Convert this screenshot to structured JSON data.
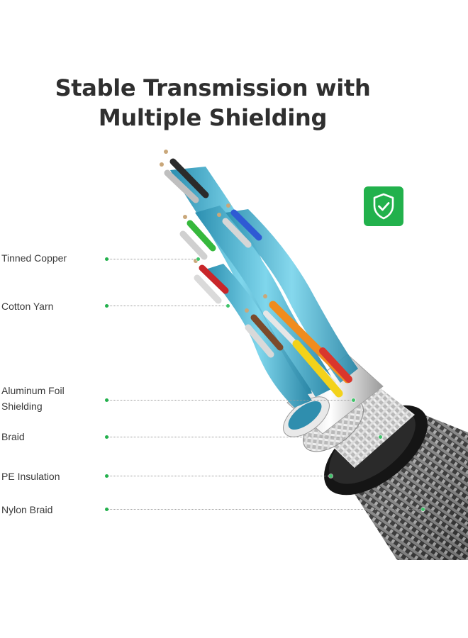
{
  "title": {
    "line1": "Stable Transmission with",
    "line2": "Multiple Shielding"
  },
  "badge": {
    "icon": "shield-check-icon",
    "color": "#22b14c"
  },
  "layers": [
    {
      "label": "Tinned Copper"
    },
    {
      "label": "Cotton Yarn"
    },
    {
      "label": "Aluminum Foil\nShielding"
    },
    {
      "label": "Braid"
    },
    {
      "label": "PE Insulation"
    },
    {
      "label": "Nylon Braid"
    }
  ],
  "colors": {
    "accent": "#22b14c",
    "text": "#2f2f2f",
    "pair_shield": "#4ab8d4"
  }
}
